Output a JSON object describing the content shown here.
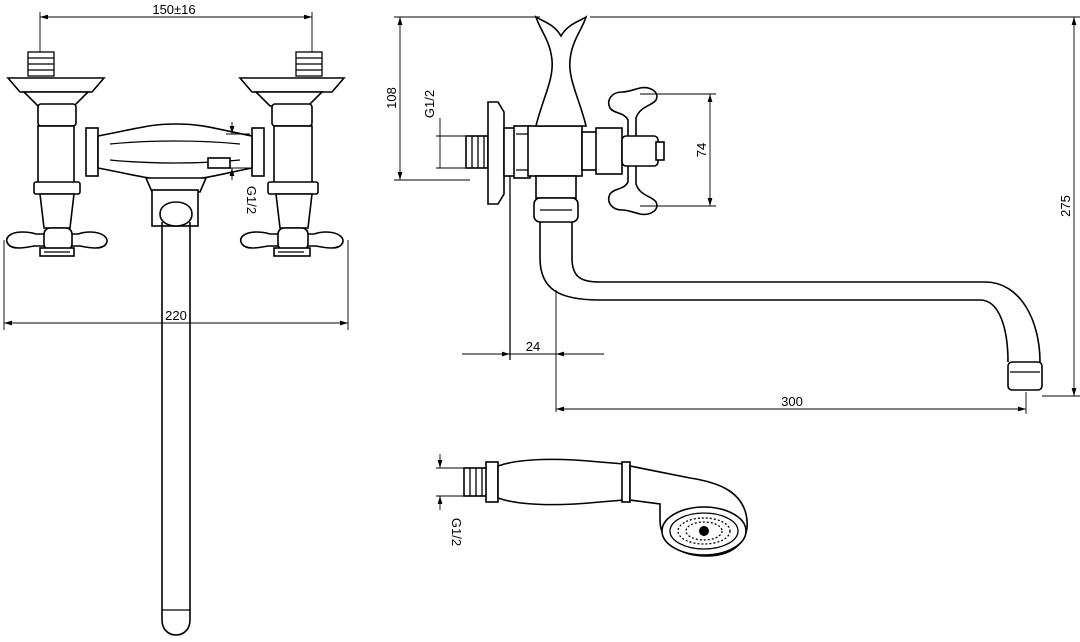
{
  "dimensions": {
    "center_distance": "150±16",
    "overall_width": "220",
    "left_thread": "G1/2",
    "side_thread": "G1/2",
    "handle_height": "108",
    "cross_handle": "74",
    "total_height": "275",
    "wall_offset": "24",
    "spout_reach": "300",
    "shower_thread": "G1/2"
  },
  "colors": {
    "line": "#000000",
    "background": "#ffffff"
  }
}
